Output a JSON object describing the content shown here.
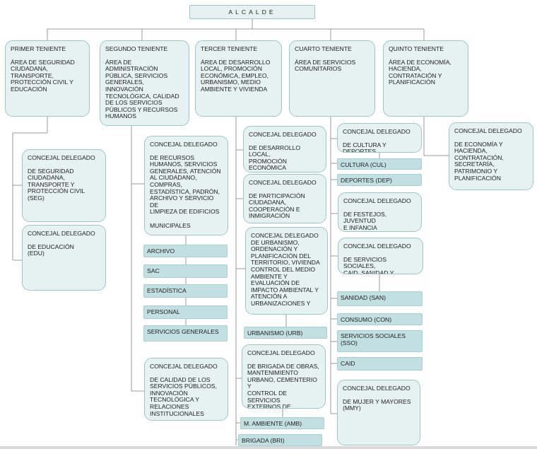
{
  "root": "ALCALDE",
  "tenientes": [
    {
      "title": "PRIMER TENIENTE",
      "body": "ÁREA DE SEGURIDAD\nCIUDADANA,\nTRANSPORTE,\nPROTECCIÓN  CIVIL  Y\nEDUCACIÓN"
    },
    {
      "title": "SEGUNDO TENIENTE",
      "body": "ÁREA DE\nADMINISTRACIÓN\nPÚBLICA, SERVICIOS\nGENERALES,\nINNOVACIÓN\nTECNOLÓGICA,  CALIDAD\nDE LOS SERVICIOS\nPÚBLICOS Y RECURSOS\nHUMANOS"
    },
    {
      "title": "TERCER TENIENTE",
      "body": "ÁREA DE DESARROLLO\nLOCAL, PROMOCIÓN\nECONÓMICA,  EMPLEO,\nURBANISMO,  MEDIO\nAMBIENTE  Y VIVIENDA"
    },
    {
      "title": "CUARTO TENIENTE",
      "body": "ÁREA DE SERVICIOS\nCOMUNITARIOS"
    },
    {
      "title": "QUINTO  TENIENTE",
      "body": "ÁREA DE ECONOMÍA,\nHACIENDA,\nCONTRATACIÓN  Y\nPLANIFICACIÓN"
    }
  ],
  "concejales": {
    "seg": {
      "title": "CONCEJAL DELEGADO",
      "body": "DE SEGURIDAD\nCIUDADANA,\nTRANSPORTE  Y\nPROTECCIÓN  CIVIL\n(SEG)"
    },
    "edu": {
      "title": "CONCEJAL DELEGADO",
      "body": "DE EDUCACIÓN\n(EDU)"
    },
    "rrhh": {
      "title": "CONCEJAL DELEGADO",
      "body": "DE RECURSOS\nHUMANOS, SERVICIOS\nGENERALES, ATENCIÓN\nAL CIUDADANO,\nCOMPRAS,\nESTADÍSTICA, PADRÓN,\nARCHIVO Y SERVICIO DE\nLIMPIEZA DE EDIFICIOS\n\nMUNICIPALES"
    },
    "calidad": {
      "title": "CONCEJAL DELEGADO",
      "body": "DE CALIDAD DE LOS\nSERVICIOS PÚBLICOS,\nINNOVACIÓN\nTECNOLÓGICA  Y\nRELACIONES\nINSTITUCIONALES"
    },
    "del": {
      "title": "CONCEJAL DELEGADO",
      "body": "DE DESARROLLO LOCAL,\nPROMOCIÓN ECONÓMICA\nY EMPLEO\n(DEL)"
    },
    "part": {
      "title": "CONCEJAL DELEGADO",
      "body": "DE PARTICIPACIÓN\nCIUDADANA,\nCOOPERACIÓN  E\nINMIGRACIÓN"
    },
    "urb": {
      "title": "CONCEJAL DELEGADO",
      "body": "DE URBANISMO,\nORDENACIÓN Y\nPLANIFICACIÓN  DEL\nTERRITORIO,  VIVIENDA\nCONTROL DEL MEDIO\nAMBIENTE Y\nEVALUACIÓN DE\nIMPACTO AMBIENTAL Y\nATENCIÓN  A\nURBANIZACIONES  Y"
    },
    "obras": {
      "title": "CONCEJAL DELEGADO",
      "body": "DE BRIGADA DE OBRAS,\nMANTENIMIENTO\nURBANO, CEMENTERIO  Y\nCONTROL DE SERVICIOS\nEXTERNOS  DE\nMANTENIMIENTO"
    },
    "cul": {
      "title": "CONCEJAL DELEGADO",
      "body": "DE CULTURA  Y DEPORTES"
    },
    "juv": {
      "title": "CONCEJAL DELEGADO",
      "body": "DE FESTEJOS, JUVENTUD\nE INFANCIA\n(JUV)"
    },
    "soc": {
      "title": "CONCEJAL DELEGADO",
      "body": "DE SERVICIOS SOCIALES,\nCAID, SANIDAD Y"
    },
    "mmy": {
      "title": "CONCEJAL DELEGADO",
      "body": "DE MUJER Y MAYORES\n(MMY)"
    },
    "eco": {
      "title": "CONCEJAL DELEGADO",
      "body": "DE ECONOMÍA  Y\nHACIENDA,\nCONTRATACIÓN,\nSECRETARÍA,\nPATRIMONIO  Y\nPLANIFICACIÓN"
    }
  },
  "tags": {
    "archivo": "ARCHIVO",
    "sac": "SAC",
    "estadistica": "ESTADÍSTICA",
    "personal": "PERSONAL",
    "servicios_generales": "SERVICIOS  GENERALES",
    "urbanismo": "URBANISMO (URB)",
    "m_ambiente": "M. AMBIENTE (AMB)",
    "brigada": "BRIGADA (BRI)",
    "cultura": "CULTURA  (CUL)",
    "deportes": "DEPORTES (DEP)",
    "sanidad": "SANIDAD (SAN)",
    "consumo": "CONSUMO  (CON)",
    "servicios_sociales": "SERVICIOS  SOCIALES\n(SSO)",
    "caid": "CAID"
  }
}
